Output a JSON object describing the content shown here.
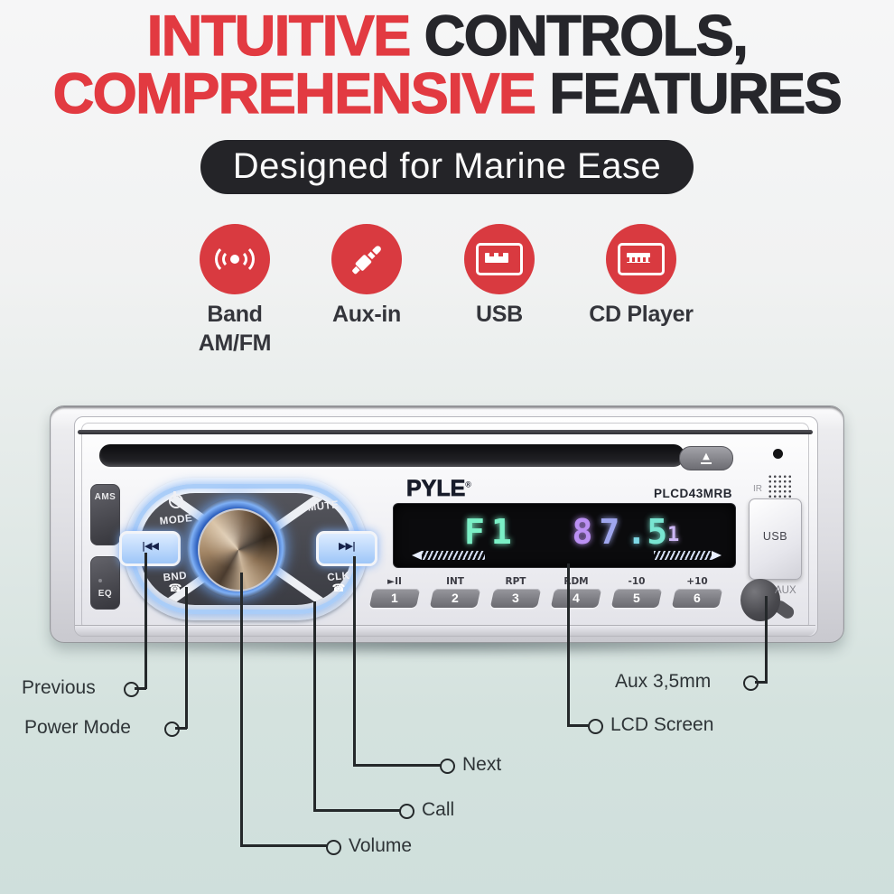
{
  "colors": {
    "accent_red": "#d93a40",
    "title_red": "#e23a41",
    "title_dark": "#26262b",
    "pill_bg": "#242428",
    "callout_line": "#24282a",
    "lcd_band": "#7bf0c6",
    "lcd_digits": "#bb90f4"
  },
  "header": {
    "line1_red": "INTUITIVE",
    "line1_dark": " CONTROLS,",
    "line2_red": "COMPREHENSIVE",
    "line2_dark": " FEATURES",
    "badge": "Designed for Marine Ease"
  },
  "features": [
    {
      "icon": "radio-waves-icon",
      "label_line1": "Band",
      "label_line2": "AM/FM"
    },
    {
      "icon": "aux-jack-icon",
      "label_line1": "Aux-in",
      "label_line2": ""
    },
    {
      "icon": "usb-icon",
      "label_line1": "USB",
      "label_line2": ""
    },
    {
      "icon": "cd-player-icon",
      "label_line1": "CD Player",
      "label_line2": ""
    }
  ],
  "stereo": {
    "brand": "PYLE",
    "reg": "®",
    "model": "PLCD43MRB",
    "ir": "IR",
    "eject_glyph": "▲",
    "display": {
      "band": "F1",
      "freq_digits": [
        "8",
        "7",
        ".",
        "5"
      ],
      "right_char": "1"
    },
    "left_buttons": {
      "ams": "AMS",
      "eq": "EQ"
    },
    "cluster": {
      "mode": "MODE",
      "mute": "MUTE",
      "bnd": "BND",
      "clk": "CLK",
      "prev_glyph": "|◀◀",
      "next_glyph": "▶▶|",
      "phone_glyph": "☎"
    },
    "preset_keys": [
      {
        "fn": "►II",
        "num": "1"
      },
      {
        "fn": "INT",
        "num": "2"
      },
      {
        "fn": "RPT",
        "num": "3"
      },
      {
        "fn": "RDM",
        "num": "4"
      },
      {
        "fn": "-10",
        "num": "5"
      },
      {
        "fn": "+10",
        "num": "6"
      }
    ],
    "ports": {
      "usb": "USB",
      "aux": "AUX"
    }
  },
  "callouts": [
    {
      "label": "Previous"
    },
    {
      "label": "Power Mode"
    },
    {
      "label": "Volume"
    },
    {
      "label": "Call"
    },
    {
      "label": "Next"
    },
    {
      "label": "LCD Screen"
    },
    {
      "label": "Aux 3,5mm"
    }
  ]
}
